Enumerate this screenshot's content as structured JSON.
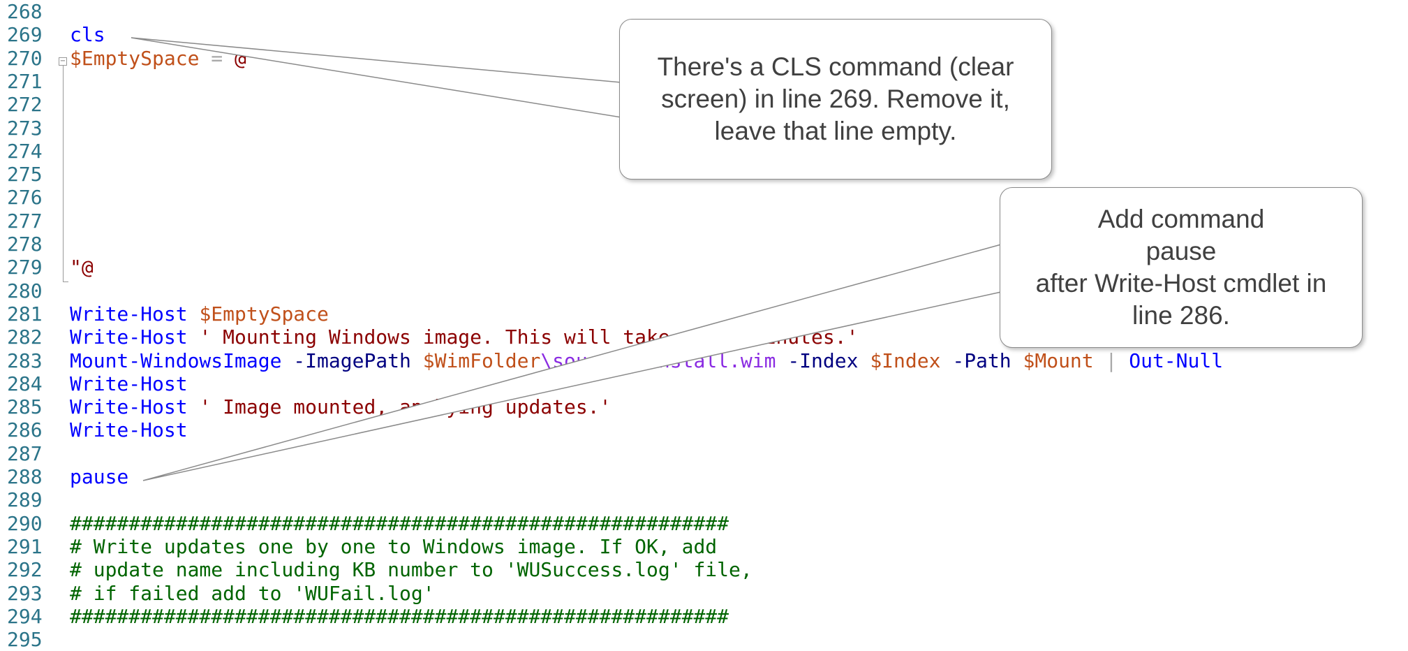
{
  "editor": {
    "lines": [
      {
        "num": "268",
        "tokens": []
      },
      {
        "num": "269",
        "tokens": [
          {
            "t": "cls",
            "k": "cmd"
          }
        ]
      },
      {
        "num": "270",
        "tokens": [
          {
            "t": "$EmptySpace",
            "k": "var"
          },
          {
            "t": " = ",
            "k": "op"
          },
          {
            "t": "@\"",
            "k": "str"
          }
        ]
      },
      {
        "num": "271",
        "tokens": []
      },
      {
        "num": "272",
        "tokens": []
      },
      {
        "num": "273",
        "tokens": []
      },
      {
        "num": "274",
        "tokens": []
      },
      {
        "num": "275",
        "tokens": []
      },
      {
        "num": "276",
        "tokens": []
      },
      {
        "num": "277",
        "tokens": []
      },
      {
        "num": "278",
        "tokens": []
      },
      {
        "num": "279",
        "tokens": [
          {
            "t": "\"@",
            "k": "str"
          }
        ]
      },
      {
        "num": "280",
        "tokens": []
      },
      {
        "num": "281",
        "tokens": [
          {
            "t": "Write-Host",
            "k": "cmd"
          },
          {
            "t": " ",
            "k": "plain"
          },
          {
            "t": "$EmptySpace",
            "k": "var"
          }
        ]
      },
      {
        "num": "282",
        "tokens": [
          {
            "t": "Write-Host",
            "k": "cmd"
          },
          {
            "t": " ",
            "k": "plain"
          },
          {
            "t": "' Mounting Windows image. This will take a few minutes.'",
            "k": "str"
          }
        ]
      },
      {
        "num": "283",
        "tokens": [
          {
            "t": "Mount-WindowsImage",
            "k": "cmd"
          },
          {
            "t": " -ImagePath ",
            "k": "param"
          },
          {
            "t": "$WimFolder",
            "k": "var"
          },
          {
            "t": "\\sources\\install.wim",
            "k": "path"
          },
          {
            "t": " -Index ",
            "k": "param"
          },
          {
            "t": "$Index",
            "k": "var"
          },
          {
            "t": " -Path ",
            "k": "param"
          },
          {
            "t": "$Mount",
            "k": "var"
          },
          {
            "t": " | ",
            "k": "op"
          },
          {
            "t": "Out-Null",
            "k": "cmd"
          }
        ]
      },
      {
        "num": "284",
        "tokens": [
          {
            "t": "Write-Host",
            "k": "cmd"
          }
        ]
      },
      {
        "num": "285",
        "tokens": [
          {
            "t": "Write-Host",
            "k": "cmd"
          },
          {
            "t": " ",
            "k": "plain"
          },
          {
            "t": "' Image mounted, applying updates.'",
            "k": "str"
          }
        ]
      },
      {
        "num": "286",
        "tokens": [
          {
            "t": "Write-Host",
            "k": "cmd"
          }
        ]
      },
      {
        "num": "287",
        "tokens": []
      },
      {
        "num": "288",
        "tokens": [
          {
            "t": "pause",
            "k": "cmd"
          }
        ]
      },
      {
        "num": "289",
        "tokens": []
      },
      {
        "num": "290",
        "tokens": [
          {
            "t": "########################################################",
            "k": "comment"
          }
        ]
      },
      {
        "num": "291",
        "tokens": [
          {
            "t": "# Write updates one by one to Windows image. If OK, add",
            "k": "comment"
          }
        ]
      },
      {
        "num": "292",
        "tokens": [
          {
            "t": "# update name including KB number to 'WUSuccess.log' file,",
            "k": "comment"
          }
        ]
      },
      {
        "num": "293",
        "tokens": [
          {
            "t": "# if failed add to 'WUFail.log'",
            "k": "comment"
          }
        ]
      },
      {
        "num": "294",
        "tokens": [
          {
            "t": "########################################################",
            "k": "comment"
          }
        ]
      },
      {
        "num": "295",
        "tokens": []
      }
    ]
  },
  "callouts": {
    "first": "There's a CLS command (clear\nscreen) in line 269. Remove it,\nleave that line empty.",
    "second": "Add command\npause\nafter Write-Host cmdlet in\nline 286."
  },
  "colors": {
    "line_number": "#2b7489",
    "command": "#0000ff",
    "variable": "#c0501a",
    "string": "#8b0000",
    "parameter": "#000080",
    "path": "#8a2be2",
    "comment": "#006400",
    "operator": "#a9a9a9"
  }
}
